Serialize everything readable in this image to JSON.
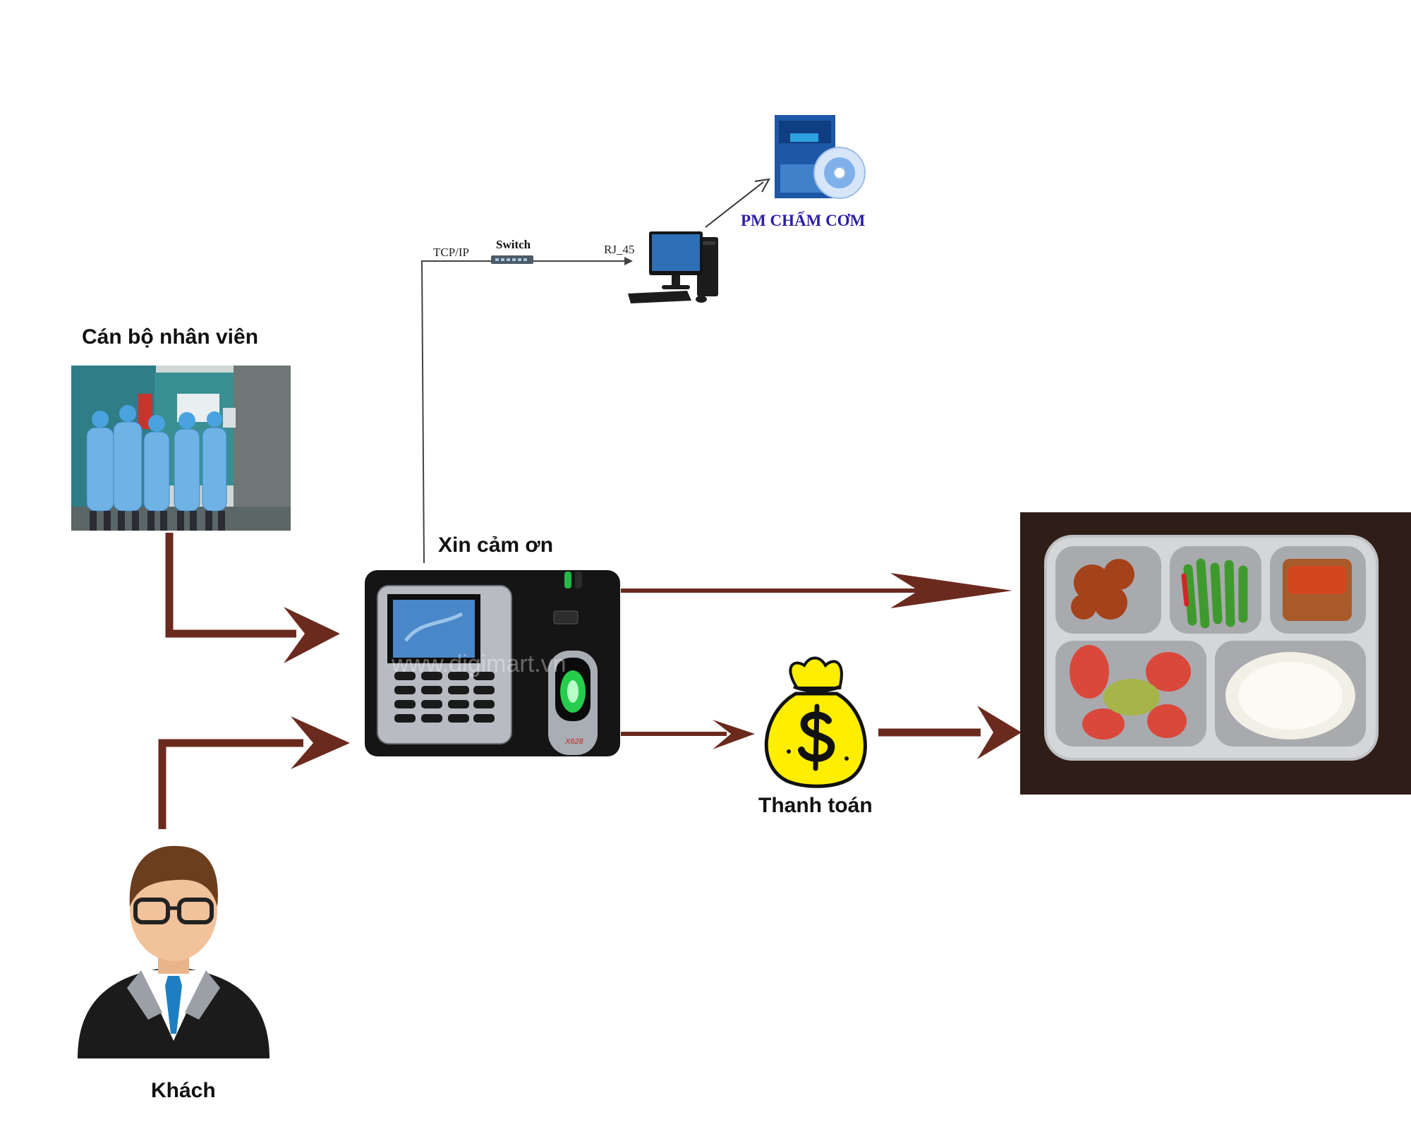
{
  "labels": {
    "staff": "Cán bộ nhân viên",
    "guest": "Khách",
    "device": "Xin cảm ơn",
    "payment": "Thanh toán",
    "tcpip": "TCP/IP",
    "switch": "Switch",
    "rj45": "RJ_45",
    "software": "PM CHẤM CƠM",
    "watermark": "www.digimart.vn",
    "device_model": "X628"
  },
  "colors": {
    "arrow": "#6b2a1e",
    "network_line": "#444444",
    "software_label": "#2b1fa8",
    "tray_background": "#2f1e17",
    "money_bag": "#ffee00"
  },
  "icons": {
    "staff_photo": "staff-photo",
    "guest_avatar": "businessman-icon",
    "device": "fingerprint-terminal-icon",
    "money_bag": "money-bag-icon",
    "food_tray": "meal-tray-photo",
    "switch": "network-switch-icon",
    "computer": "desktop-computer-icon",
    "software_box": "software-box-icon"
  }
}
